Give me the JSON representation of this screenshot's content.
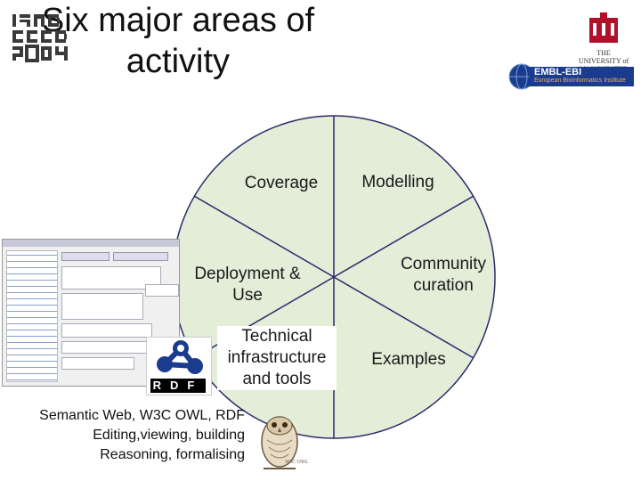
{
  "title": "Six major areas of activity",
  "segments": [
    {
      "label": "Coverage"
    },
    {
      "label": "Modelling"
    },
    {
      "label": "Deployment & Use"
    },
    {
      "label": "Community curation"
    },
    {
      "label": "Technical infrastructure and tools"
    },
    {
      "label": "Examples"
    }
  ],
  "caption": [
    "Semantic Web, W3C OWL, RDF",
    "Editing,viewing, building",
    "Reasoning, formalising"
  ],
  "logos": {
    "conference": [
      "ISMB",
      "ECCB",
      "2004"
    ],
    "university": "THE UNIVERSITY of MANCHESTER",
    "ebi_name": "EMBL-EBI",
    "ebi_subtitle": "European Bioinformatics Institute",
    "rdf": "RDF",
    "owl": "W3C OWL"
  },
  "colors": {
    "pie_fill": "#e3edd8",
    "pie_stroke": "#2a2a6a",
    "ebi_band": "#1b3b8f",
    "manchester_red": "#b0102a"
  }
}
